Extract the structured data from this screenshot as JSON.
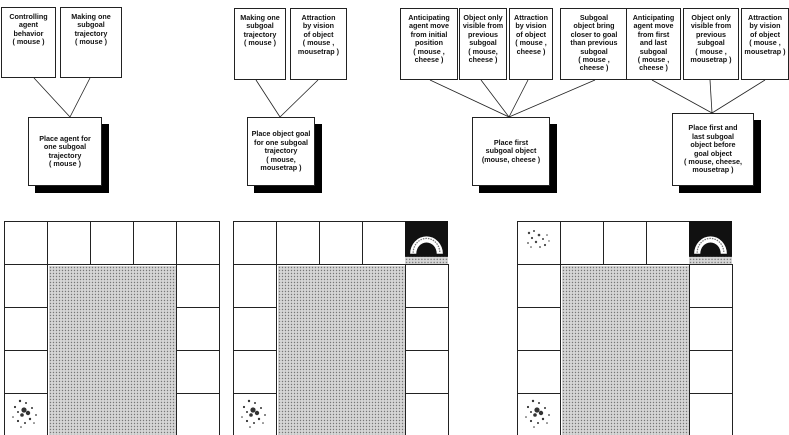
{
  "panels": [
    {
      "criteria": [
        "Controlling\nagent\nbehavior\n( mouse )",
        "Making one\nsubgoal\ntrajectory\n( mouse )"
      ],
      "goal": "Place agent  for\none subgoal\ntrajectory\n( mouse )"
    },
    {
      "criteria": [
        "Making one\nsubgoal\ntrajectory\n( mouse )",
        "Attraction\nby vision\nof object\n( mouse ,\nmousetrap )"
      ],
      "goal": "Place object goal\nfor one subgoal\ntrajectory\n( mouse,\nmousetrap )"
    },
    {
      "criteria": [
        "Anticipating\nagent move\nfrom initial\nposition\n( mouse ,\ncheese )",
        "Object only\nvisible from\nprevious\nsubgoal\n( mouse,\ncheese )",
        "Attraction\nby vision\nof object\n( mouse ,\ncheese )",
        "Subgoal\nobject bring\ncloser to goal\nthan previous\nsubgoal\n( mouse ,\ncheese )"
      ],
      "goal": "Place first\nsubgoal object\n(mouse, cheese )"
    },
    {
      "criteria": [
        "Anticipating\nagent move\nfrom first\nand last\nsubgoal\n( mouse ,\ncheese )",
        "Object only\nvisible from\nprevious\nsubgoal\n( mouse ,\nmousetrap )",
        "Attraction\nby vision\nof object\n( mouse ,\nmousetrap )"
      ],
      "goal": "Place first and\nlast subgoal\nobject before\ngoal object\n( mouse, cheese,\nmousetrap )"
    }
  ],
  "icons": {
    "mouse": "mouse-icon",
    "mousetrap": "mousetrap-icon",
    "cheese": "cheese-icon"
  }
}
